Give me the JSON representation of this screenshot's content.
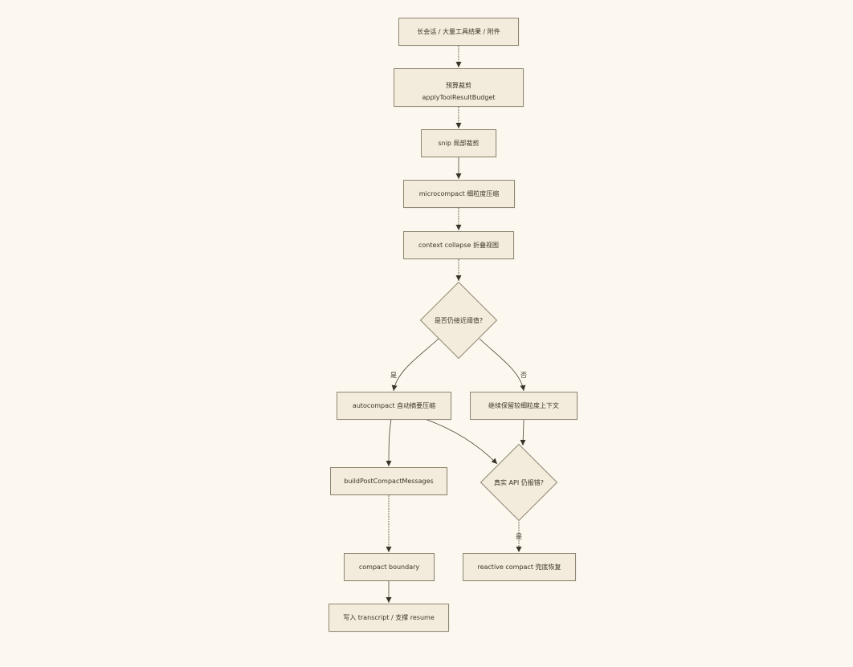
{
  "nodes": {
    "n1": "长会话 / 大量工具结果 / 附件",
    "n2_line1": "预算裁剪",
    "n2_line2": "applyToolResultBudget",
    "n3": "snip 局部裁剪",
    "n4": "microcompact 细粒度压缩",
    "n5": "context collapse 折叠视图",
    "d1": "是否仍接近阈值?",
    "n6": "autocompact 自动摘要压缩",
    "n7": "继续保留较细粒度上下文",
    "n8": "buildPostCompactMessages",
    "d2": "真实 API 仍报错?",
    "n9": "compact boundary",
    "n10": "reactive compact 兜底恢复",
    "n11": "写入 transcript / 支撑 resume"
  },
  "edge_labels": {
    "yes_1": "是",
    "no_1": "否",
    "yes_2": "是"
  },
  "colors": {
    "background": "#fdf8ef",
    "node_fill": "#f3ecdc",
    "node_border": "#8f8774",
    "edge": "#4a4538"
  }
}
